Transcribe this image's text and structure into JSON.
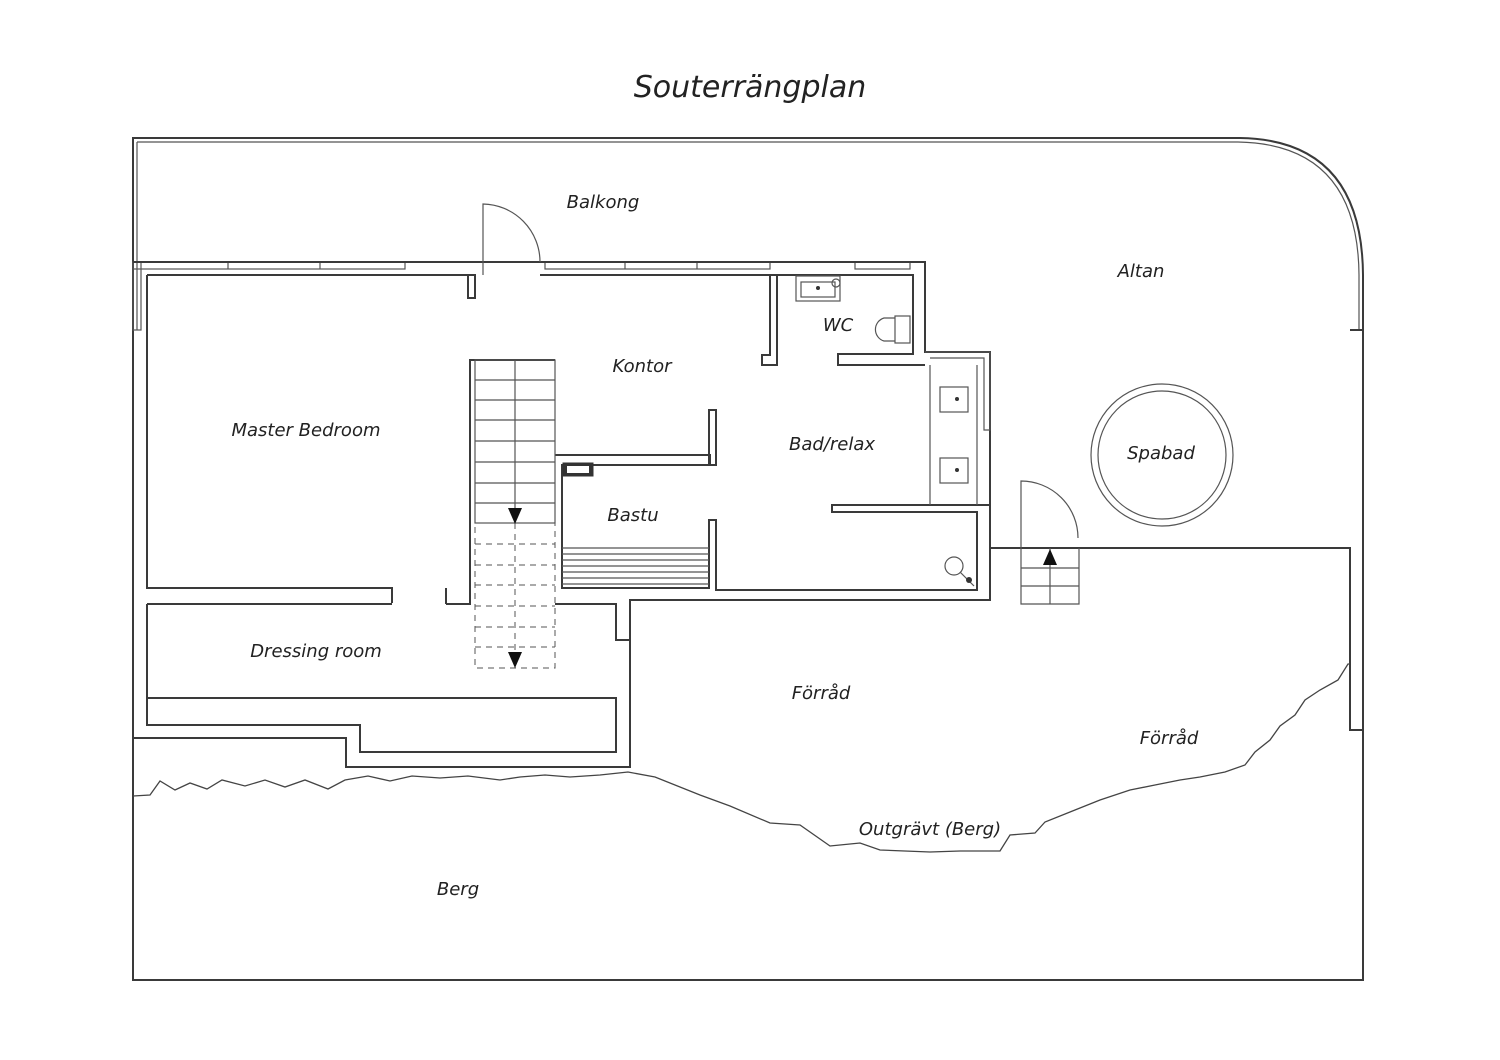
{
  "title": "Souterrängplan",
  "rooms": {
    "balkong": "Balkong",
    "altan": "Altan",
    "wc": "WC",
    "kontor": "Kontor",
    "master_bedroom": "Master Bedroom",
    "bad_relax": "Bad/relax",
    "spabad": "Spabad",
    "bastu": "Bastu",
    "dressing_room": "Dressing room",
    "forrad_1": "Förråd",
    "forrad_2": "Förråd",
    "outgravt": "Outgrävt (Berg)",
    "berg": "Berg"
  },
  "icons": [
    "door-swing-icon",
    "stair-arrow-icon",
    "sink-icon",
    "toilet-icon",
    "sauna-heater-icon",
    "shower-icon"
  ]
}
